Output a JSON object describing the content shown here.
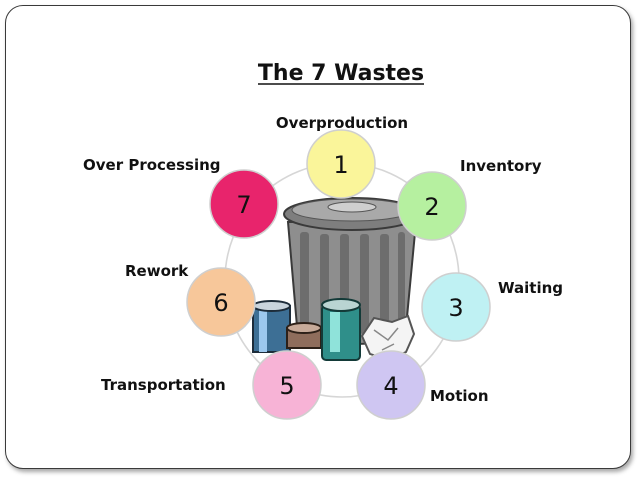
{
  "title": "The 7 Wastes",
  "center_icon": "trash-can-icon",
  "wastes": [
    {
      "number": "1",
      "label": "Overproduction",
      "color": "#FAF59A"
    },
    {
      "number": "2",
      "label": "Inventory",
      "color": "#B6F0A0"
    },
    {
      "number": "3",
      "label": "Waiting",
      "color": "#BFF1F3"
    },
    {
      "number": "4",
      "label": "Motion",
      "color": "#CFC6F2"
    },
    {
      "number": "5",
      "label": "Transportation",
      "color": "#F7B3D6"
    },
    {
      "number": "6",
      "label": "Rework",
      "color": "#F7C79A"
    },
    {
      "number": "7",
      "label": "Over Processing",
      "color": "#E8246C"
    }
  ]
}
